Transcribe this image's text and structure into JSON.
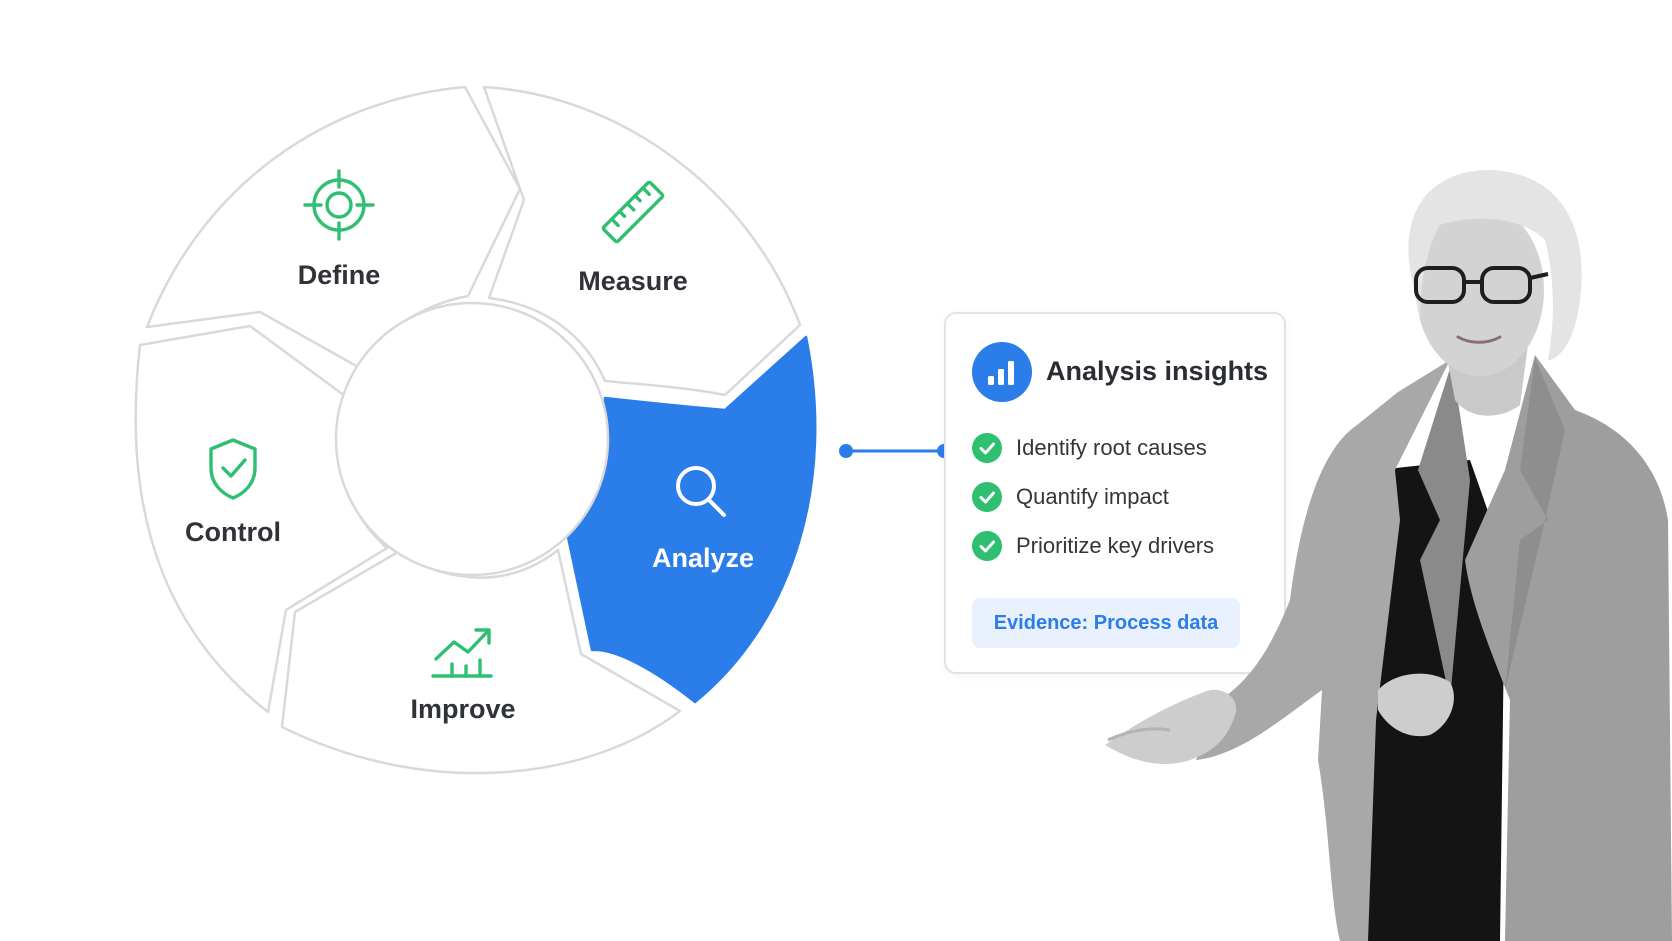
{
  "cycle": {
    "steps": [
      {
        "label": "Define",
        "icon": "target-icon"
      },
      {
        "label": "Measure",
        "icon": "ruler-icon"
      },
      {
        "label": "Analyze",
        "icon": "magnifier-icon",
        "active": true
      },
      {
        "label": "Improve",
        "icon": "trend-up-icon"
      },
      {
        "label": "Control",
        "icon": "shield-check-icon"
      }
    ],
    "colors": {
      "active": "#2b7de9",
      "icon": "#2fbf71",
      "outline": "#d9d9d9",
      "text": "#2f3237"
    }
  },
  "card": {
    "title": "Analysis insights",
    "icon": "bar-chart-icon",
    "items": [
      "Identify root causes",
      "Quantify impact",
      "Prioritize key drivers"
    ],
    "evidence": "Evidence: Process data"
  },
  "presenter": {
    "icon": "presenter-person-image"
  }
}
